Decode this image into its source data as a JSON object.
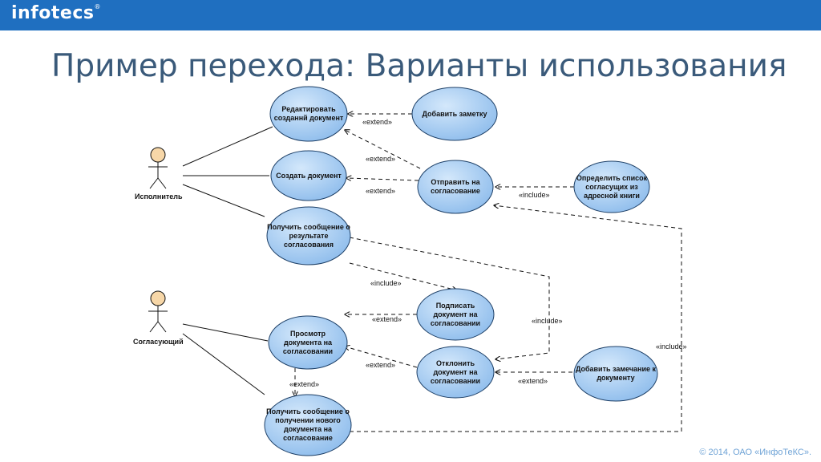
{
  "header": {
    "logo_text": "infotecs",
    "logo_mark": "®"
  },
  "title": "Пример перехода: Варианты использования",
  "footer": {
    "copyright": "© 2014, ОАО «ИнфоТеКС»."
  },
  "diagram": {
    "actors": [
      {
        "id": "executor",
        "label": "Исполнитель"
      },
      {
        "id": "approver",
        "label": "Согласующий"
      }
    ],
    "use_cases": [
      {
        "id": "edit",
        "label": "Редактировать созданнй документ"
      },
      {
        "id": "note",
        "label": "Добавить заметку"
      },
      {
        "id": "create",
        "label": "Создать документ"
      },
      {
        "id": "send",
        "label": "Отправить на согласование"
      },
      {
        "id": "addressbook",
        "label": "Определить список согласущих из адресной книги"
      },
      {
        "id": "result",
        "label": "Получить сообщение о результате согласования"
      },
      {
        "id": "sign",
        "label": "Подписать документ на согласовании"
      },
      {
        "id": "view",
        "label": "Просмотр документа на согласовании"
      },
      {
        "id": "reject",
        "label": "Отклонить документ на согласовании"
      },
      {
        "id": "remark",
        "label": "Добавить замечание к документу"
      },
      {
        "id": "newdoc",
        "label": "Получить сообщение о получении нового документа на согласование"
      }
    ],
    "relations": {
      "extend": "«extend»",
      "include": "«include»"
    },
    "colors": {
      "header": "#1f6fc0",
      "ellipse_fill": "#a9cdf3",
      "ellipse_stroke": "#1d3f66",
      "actor_head": "#f7d7a8"
    }
  }
}
